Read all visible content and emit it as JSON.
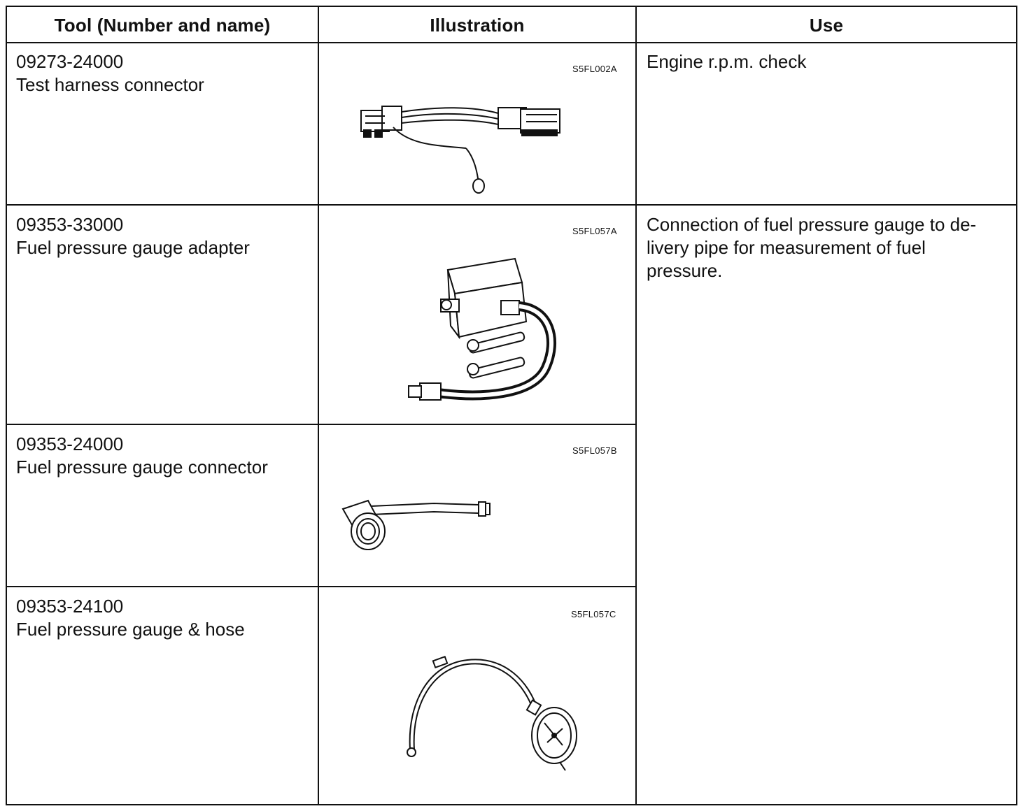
{
  "header": {
    "tool": "Tool (Number and name)",
    "illustration": "Illustration",
    "use": "Use"
  },
  "rows": [
    {
      "number": "09273-24000",
      "name": "Test harness connector",
      "figure_code": "S5FL002A",
      "use": "Engine r.p.m. check"
    },
    {
      "number": "09353-33000",
      "name": "Fuel pressure gauge adapter",
      "figure_code": "S5FL057A",
      "use": "Connection of fuel pressure gauge to de-\nlivery pipe for measurement of fuel\npressure."
    },
    {
      "number": "09353-24000",
      "name": "Fuel pressure gauge connector",
      "figure_code": "S5FL057B"
    },
    {
      "number": "09353-24100",
      "name": "Fuel pressure gauge & hose",
      "figure_code": "S5FL057C"
    }
  ]
}
